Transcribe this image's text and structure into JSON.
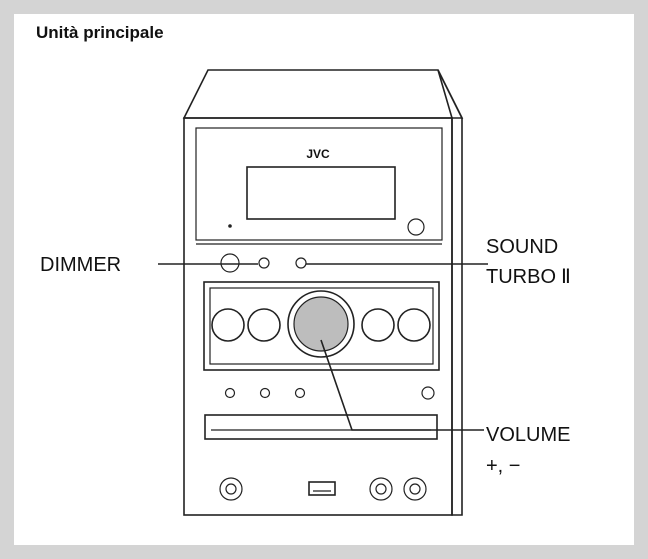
{
  "title": "Unità principale",
  "brand": "JVC",
  "callouts": {
    "dimmer": "DIMMER",
    "sound_line1": "SOUND",
    "sound_line2": "TURBO",
    "sound_suffix": "Ⅱ",
    "volume_line1": "VOLUME",
    "volume_line2": "+, −"
  },
  "colors": {
    "frame": "#d4d4d4",
    "volume_knob": "#bdbdbd",
    "line": "#222222"
  }
}
